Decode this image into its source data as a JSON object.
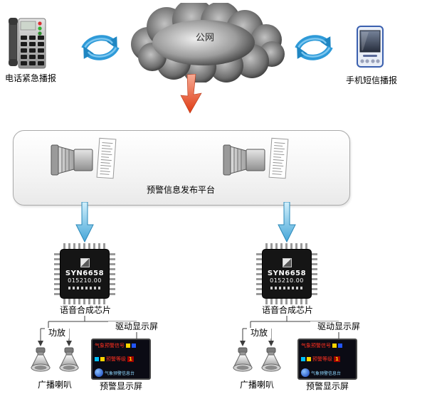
{
  "diagram": {
    "phone": {
      "label": "电话紧急播报"
    },
    "cloud": {
      "label": "公网"
    },
    "pda": {
      "label": "手机短信播报"
    },
    "platform": {
      "label": "预警信息发布平台"
    },
    "chip": {
      "name": "SYN6658",
      "code": "015210.00",
      "label": "语音合成芯片"
    },
    "amp": {
      "label": "功放"
    },
    "display_drive": {
      "label": "驱动显示屏"
    },
    "speakers": {
      "label": "广播喇叭"
    },
    "display": {
      "label": "预警显示屏"
    },
    "display_screen": {
      "row1": "气象预警信号",
      "row2": "预警等级",
      "row2_value": "1",
      "footer": "气象预警信息台"
    }
  }
}
